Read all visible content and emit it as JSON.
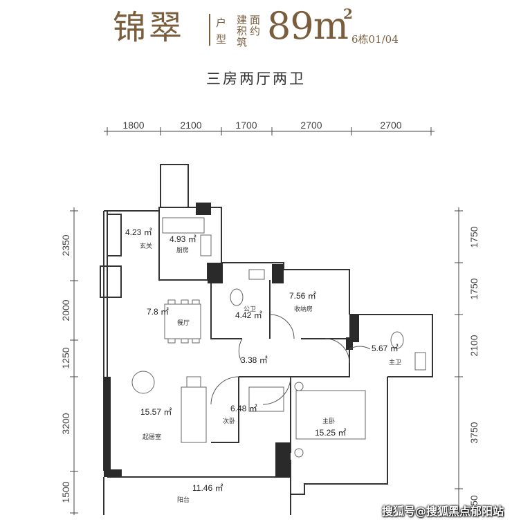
{
  "header": {
    "name": "锦翠",
    "type_top": "户",
    "type_bottom": "型",
    "area_col1_top": "建",
    "area_col1_mid": "积",
    "area_col1_bot": "筑",
    "area_col2_top": "面",
    "area_col2_mid": "约",
    "area_value": "89m",
    "area_sup": "2",
    "building": "6栋01/04",
    "subtitle": "三房两厅两卫"
  },
  "dimensions": {
    "top": [
      "1800",
      "2100",
      "1700",
      "2700",
      "2700"
    ],
    "left": [
      "2350",
      "2000",
      "1250",
      "3200",
      "1500"
    ],
    "right": [
      "1750",
      "1750",
      "2100",
      "3750",
      "250"
    ]
  },
  "rooms": {
    "foyer": {
      "area": "4.23 ㎡",
      "name": "玄关"
    },
    "kitchen": {
      "area": "4.93 ㎡",
      "name": "厨房"
    },
    "dining": {
      "area": "7.8 ㎡",
      "name": "餐厅"
    },
    "public_bath": {
      "area": "4.42 ㎡",
      "name": "公卫"
    },
    "storage": {
      "area": "7.56 ㎡",
      "name": "收纳房"
    },
    "master_bath": {
      "area": "5.67 ㎡",
      "name": "主卫"
    },
    "hall": {
      "area": "3.38 ㎡"
    },
    "second_bed": {
      "area": "6.48 ㎡",
      "name": "次卧"
    },
    "living": {
      "area": "15.57 ㎡",
      "name": "起居室"
    },
    "master_bed": {
      "area": "15.25 ㎡",
      "name": "主卧"
    },
    "balcony": {
      "area": "11.46 ㎡",
      "name": "阳台"
    }
  },
  "watermark": "搜狐号@搜狐黑点郁阳站",
  "colors": {
    "title": "#7a5d3c",
    "wall": "#2a2a2a",
    "line": "#555555"
  }
}
